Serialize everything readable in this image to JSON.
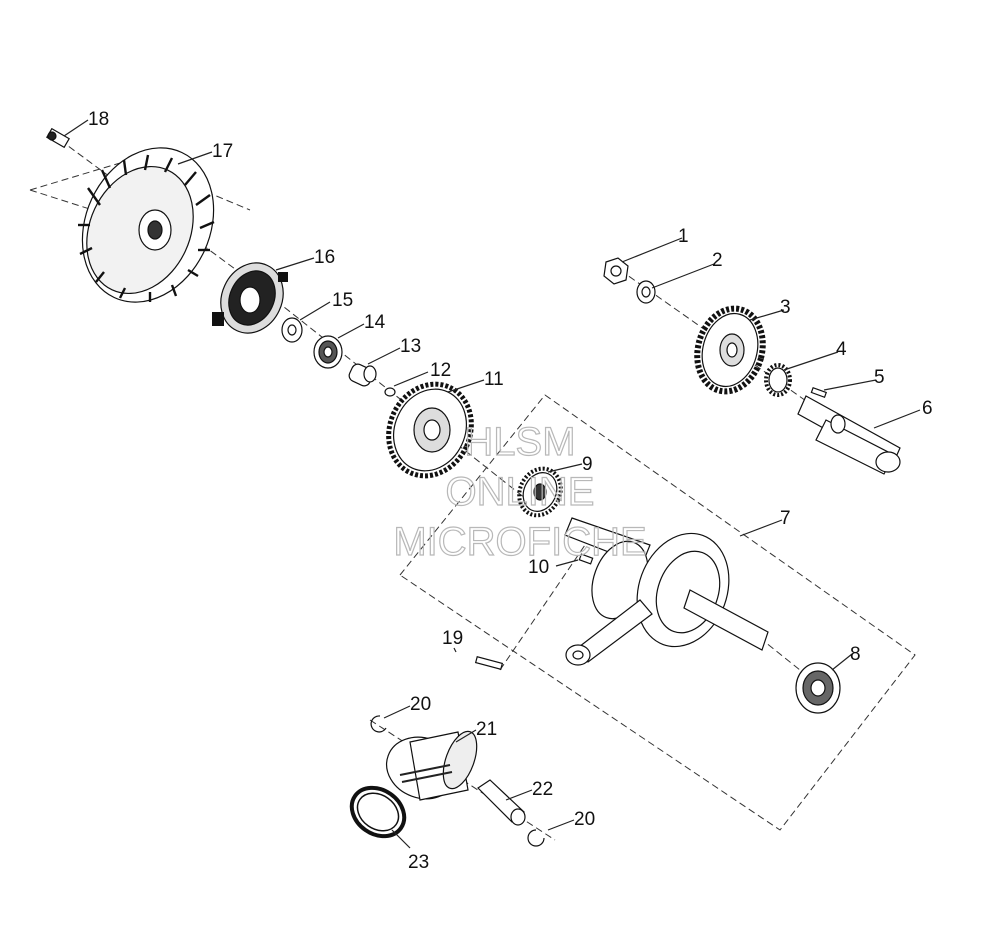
{
  "watermark": {
    "line1": "HLSM",
    "line2": "ONLINE",
    "line3": "MICROFICHE"
  },
  "callouts": [
    {
      "id": "1",
      "label": "1"
    },
    {
      "id": "2",
      "label": "2"
    },
    {
      "id": "3",
      "label": "3"
    },
    {
      "id": "4",
      "label": "4"
    },
    {
      "id": "5",
      "label": "5"
    },
    {
      "id": "6",
      "label": "6"
    },
    {
      "id": "7",
      "label": "7"
    },
    {
      "id": "8",
      "label": "8"
    },
    {
      "id": "9",
      "label": "9"
    },
    {
      "id": "10",
      "label": "10"
    },
    {
      "id": "11",
      "label": "11"
    },
    {
      "id": "12",
      "label": "12"
    },
    {
      "id": "13",
      "label": "13"
    },
    {
      "id": "14",
      "label": "14"
    },
    {
      "id": "15",
      "label": "15"
    },
    {
      "id": "16",
      "label": "16"
    },
    {
      "id": "17",
      "label": "17"
    },
    {
      "id": "18",
      "label": "18"
    },
    {
      "id": "19",
      "label": "19"
    },
    {
      "id": "20a",
      "label": "20"
    },
    {
      "id": "20b",
      "label": "20"
    },
    {
      "id": "21",
      "label": "21"
    },
    {
      "id": "22",
      "label": "22"
    },
    {
      "id": "23",
      "label": "23"
    }
  ]
}
